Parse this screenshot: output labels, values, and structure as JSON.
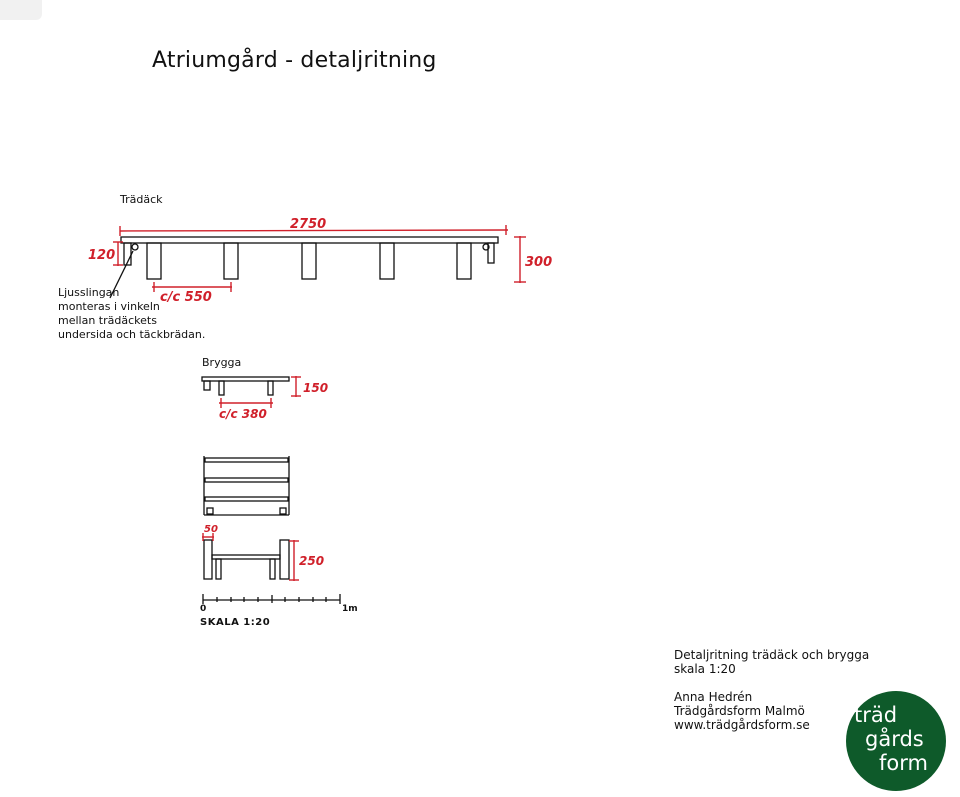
{
  "title": "Atriumgård - detaljritning",
  "sections": {
    "tradack_label": "Trädäck",
    "brygga_label": "Brygga"
  },
  "note_lines": [
    "Ljusslingan",
    "monteras i vinkeln",
    "mellan trädäckets",
    " undersida och täckbrädan."
  ],
  "dimensions": {
    "deck_length": "2750",
    "deck_board": "120",
    "deck_height": "300",
    "deck_spacing": "c/c 550",
    "bridge_height": "150",
    "bridge_spacing": "c/c 380",
    "plan_width": "50",
    "plan_height": "250"
  },
  "scale": {
    "start": "0",
    "end": "1m",
    "label": "SKALA 1:20"
  },
  "info": {
    "line1": "Detaljritning trädäck och brygga",
    "line2": "skala 1:20",
    "line3": "Anna Hedrén",
    "line4": "Trädgårdsform Malmö",
    "line5": "www.trädgårdsform.se"
  },
  "logo": {
    "line1": "träd",
    "line2": "gårds",
    "line3": "form",
    "color": "#0e5a2a"
  },
  "colors": {
    "dimension": "#d0202a",
    "ink": "#111111"
  }
}
